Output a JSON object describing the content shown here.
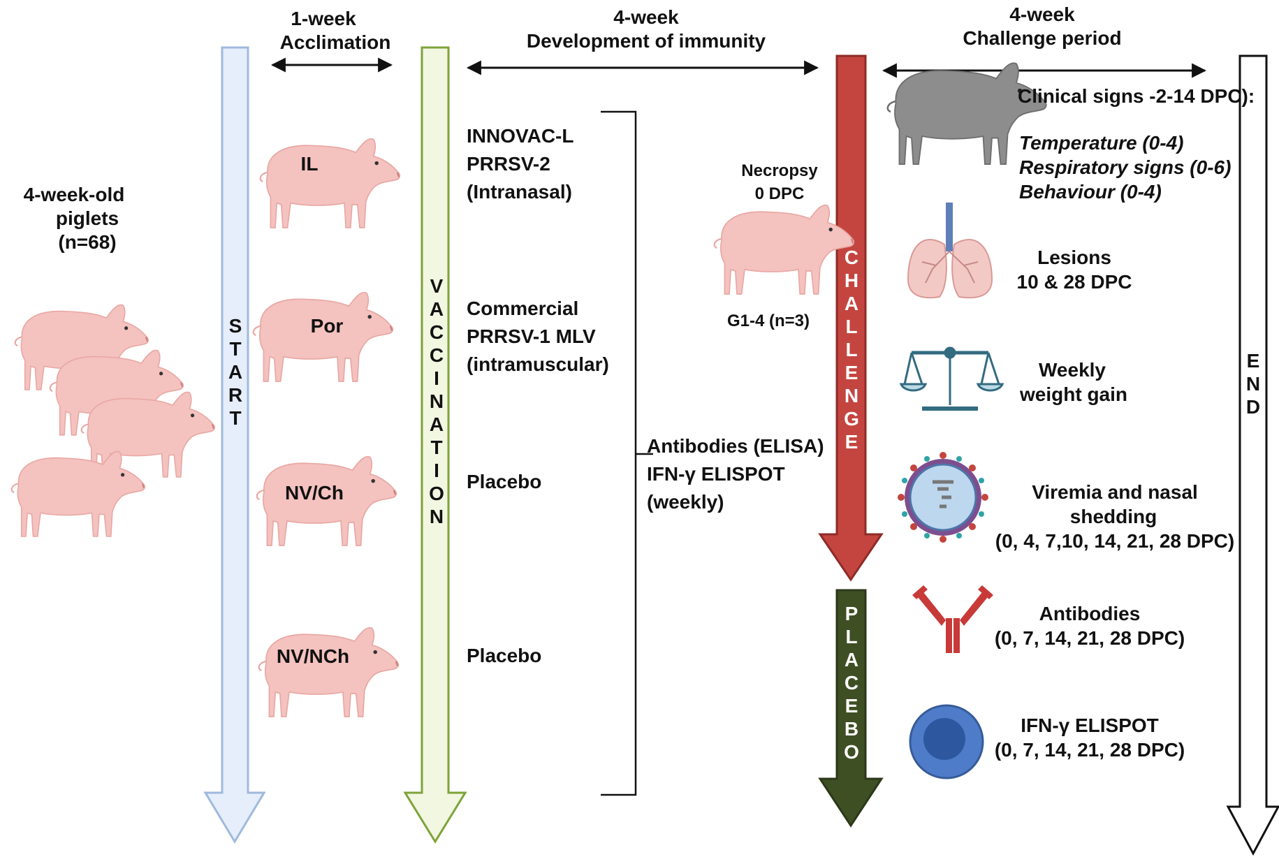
{
  "header": {
    "acclimation": {
      "line1": "1-week",
      "line2": "Acclimation"
    },
    "immunity": {
      "line1": "4-week",
      "line2": "Development of immunity"
    },
    "challenge_period": {
      "line1": "4-week",
      "line2": "Challenge period"
    }
  },
  "piglets": {
    "line1": "4-week-old",
    "line2": "piglets",
    "line3": "(n=68)"
  },
  "arrows": {
    "start": "START",
    "vaccination": "VACCINATION",
    "challenge": "CHALLENGE",
    "placebo": "PLACEBO",
    "end": "END"
  },
  "groups": [
    {
      "label": "IL",
      "desc": [
        "INNOVAC-L",
        "PRRSV-2",
        "(Intranasal)"
      ]
    },
    {
      "label": "Por",
      "desc": [
        "Commercial",
        "PRRSV-1 MLV",
        "(intramuscular)"
      ]
    },
    {
      "label": "NV/Ch",
      "desc": [
        "Placebo"
      ]
    },
    {
      "label": "NV/NCh",
      "desc": [
        "Placebo"
      ]
    }
  ],
  "weekly_tests": [
    "Antibodies (ELISA)",
    "IFN-γ ELISPOT",
    "(weekly)"
  ],
  "necropsy": {
    "line1": "Necropsy",
    "line2": "0 DPC",
    "groups": "G1-4 (n=3)"
  },
  "measures": {
    "clinical": {
      "title": "Clinical signs -2-14 DPC):",
      "items": [
        "Temperature (0-4)",
        "Respiratory signs (0-6)",
        "Behaviour (0-4)"
      ]
    },
    "lesions": {
      "line1": "Lesions",
      "line2": "10 & 28 DPC"
    },
    "weight": {
      "line1": "Weekly",
      "line2": "weight gain"
    },
    "viremia": {
      "line1": "Viremia and nasal",
      "line2": "shedding",
      "line3": "(0, 4, 7,10,  14, 21, 28 DPC)"
    },
    "antibodies": {
      "line1": "Antibodies",
      "line2": "(0, 7, 14, 21, 28 DPC)"
    },
    "elispot": {
      "line1": "IFN-γ ELISPOT",
      "line2": "(0, 7, 14, 21, 28 DPC)"
    }
  },
  "colors": {
    "start_fill": "#e6eefb",
    "start_stroke": "#9fb9dd",
    "vacc_fill": "#f1f7e1",
    "vacc_stroke": "#7ea33a",
    "challenge_fill": "#c4453f",
    "challenge_stroke": "#8e2b27",
    "placebo_fill": "#3f4f24",
    "pig": "#f4c2bf",
    "grey_pig": "#8d8d8d"
  }
}
